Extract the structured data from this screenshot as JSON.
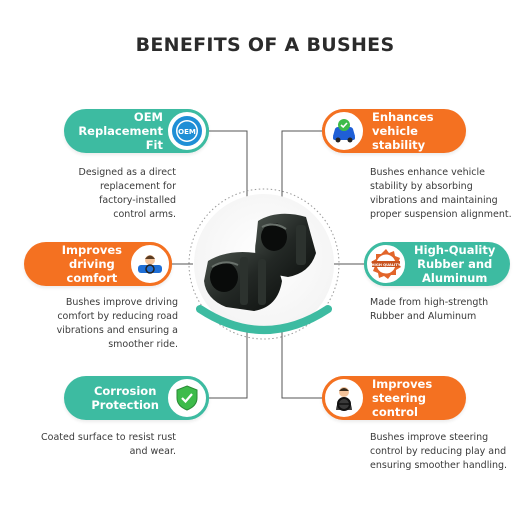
{
  "title": "BENEFITS OF A BUSHES",
  "benefits": [
    {
      "heading": "OEM\nReplacement Fit",
      "icon": "oem-seal-icon",
      "icon_text": "OEM",
      "description": "Designed as a direct replacement for factory-installed control arms."
    },
    {
      "heading": "Enhances\nvehicle stability",
      "icon": "car-check-icon",
      "description": "Bushes enhance vehicle stability by absorbing vibrations and maintaining proper suspension alignment."
    },
    {
      "heading": "Improves\ndriving\ncomfort",
      "icon": "driver-icon",
      "description": "Bushes improve driving comfort by reducing road vibrations and ensuring a smoother ride."
    },
    {
      "heading": "High-Quality\nRubber and\nAluminum",
      "icon": "high-quality-badge-icon",
      "icon_text": "HIGH QUALITY",
      "description": "Made from high-strength Rubber and Aluminum"
    },
    {
      "heading": "Corrosion\nProtection",
      "icon": "shield-check-icon",
      "description": "Coated surface to resist rust and wear."
    },
    {
      "heading": "Improves\nsteering\ncontrol",
      "icon": "steering-driver-icon",
      "description": "Bushes improve steering control by reducing play and ensuring smoother handling."
    }
  ],
  "colors": {
    "teal": "#3dbba1",
    "orange": "#f47121",
    "title": "#2b2b2b"
  }
}
